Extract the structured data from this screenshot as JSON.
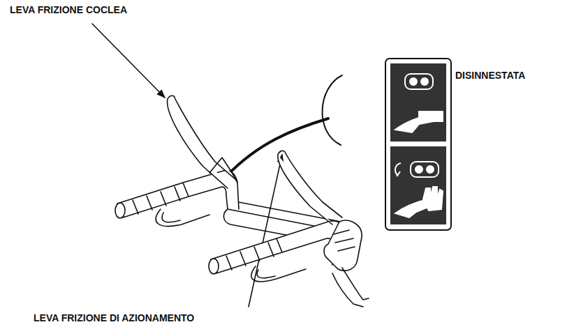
{
  "diagram": {
    "labels": [
      "LEVA FRIZIONE COCLEA",
      "DISINNESTATA",
      "LEVA FRIZIONE DI AZIONAMENTO"
    ]
  }
}
